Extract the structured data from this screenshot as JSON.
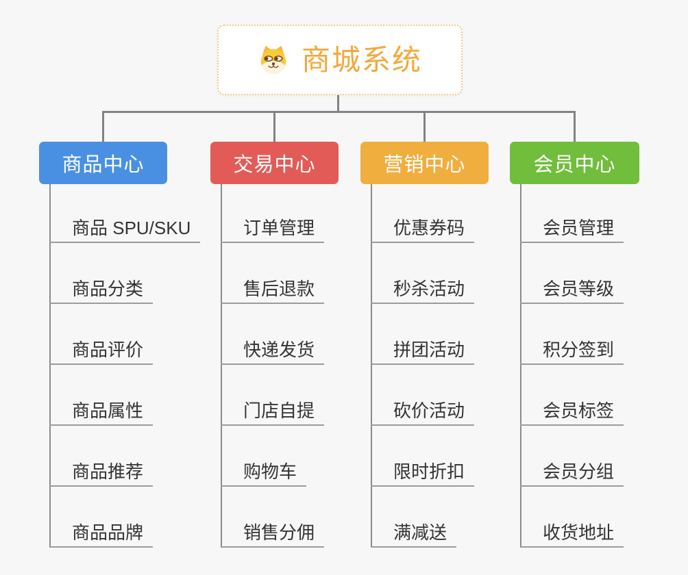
{
  "root": {
    "title": "商城系统",
    "icon": "dog-face-icon",
    "title_color": "#F2A93C",
    "border_color": "#F3C784"
  },
  "connector_color": "#828282",
  "branches": [
    {
      "label": "商品中心",
      "color": "#4A90E2",
      "items": [
        "商品 SPU/SKU",
        "商品分类",
        "商品评价",
        "商品属性",
        "商品推荐",
        "商品品牌"
      ]
    },
    {
      "label": "交易中心",
      "color": "#E25B57",
      "items": [
        "订单管理",
        "售后退款",
        "快递发货",
        "门店自提",
        "购物车",
        "销售分佣"
      ]
    },
    {
      "label": "营销中心",
      "color": "#EFAE3E",
      "items": [
        "优惠券码",
        "秒杀活动",
        "拼团活动",
        "砍价活动",
        "限时折扣",
        "满减送"
      ]
    },
    {
      "label": "会员中心",
      "color": "#71BD3C",
      "items": [
        "会员管理",
        "会员等级",
        "积分签到",
        "会员标签",
        "会员分组",
        "收货地址"
      ]
    }
  ]
}
